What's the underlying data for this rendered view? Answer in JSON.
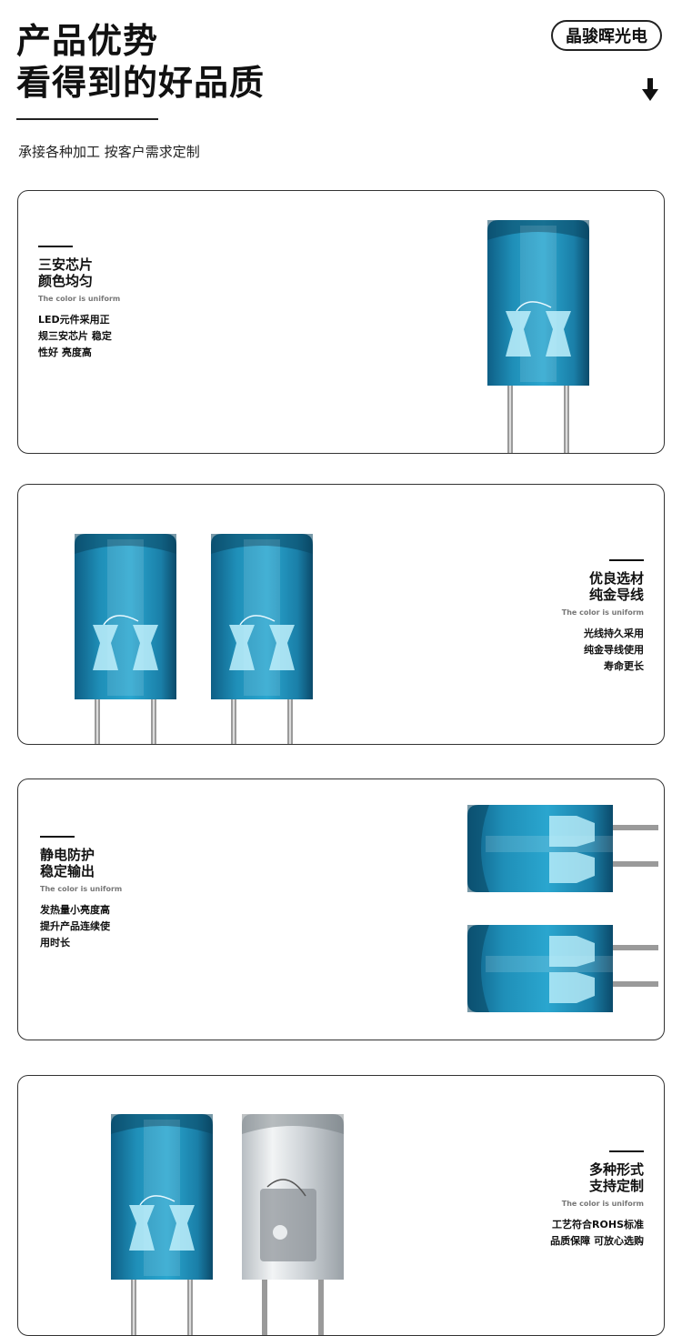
{
  "header": {
    "title_line1": "产品优势",
    "title_line2": "看得到的好品质",
    "subtitle": "承接各种加工 按客户需求定制",
    "brand": "晶骏晖光电",
    "arrow_icon": "down-arrow-icon"
  },
  "cards": [
    {
      "heading_line1": "三安芯片",
      "heading_line2": "颜色均匀",
      "english": "The color is uniform",
      "body": [
        "LED元件采用正",
        "规三安芯片 稳定",
        "性好 亮度高"
      ]
    },
    {
      "heading_line1": "优良选材",
      "heading_line2": "纯金导线",
      "english": "The color is uniform",
      "body": [
        "光线持久采用",
        "纯金导线使用",
        "寿命更长"
      ]
    },
    {
      "heading_line1": "静电防护",
      "heading_line2": "稳定输出",
      "english": "The color is uniform",
      "body": [
        "发热量小亮度高",
        "提升产品连续使",
        "用时长"
      ]
    },
    {
      "heading_line1": "多种形式",
      "heading_line2": "支持定制",
      "english": "The color is uniform",
      "body": [
        "工艺符合ROHS标准",
        "品质保障 可放心选购"
      ]
    }
  ],
  "colors": {
    "led_blue": "#1f8fb8",
    "led_dark": "#0c4f6e",
    "led_clear": "#d9dde0"
  }
}
